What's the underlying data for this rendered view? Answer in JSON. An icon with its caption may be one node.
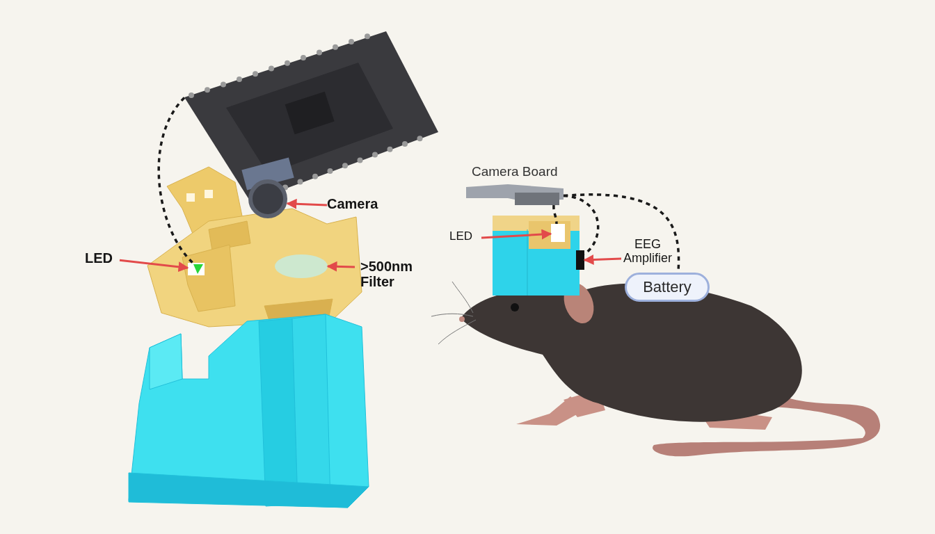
{
  "diagram": {
    "nodes": [
      {
        "text": [],
        "shape": "picture"
      },
      {
        "text": [],
        "shape": "circle"
      },
      {
        "text": [
          "Camera"
        ]
      },
      {
        "text": [],
        "shape": "box"
      },
      {
        "text": [
          "LED"
        ]
      },
      {
        "text": [],
        "shape": "ellipse"
      },
      {
        "text": [
          ">500nm Filter"
        ]
      },
      {
        "text": [],
        "shape": "bar"
      },
      {
        "text": [],
        "shape": "box"
      },
      {
        "text": [
          "LED"
        ]
      },
      {
        "text": [],
        "shape": "box"
      },
      {
        "text": [
          "EEG Amplifier"
        ]
      },
      {
        "text": [
          "Battery"
        ]
      }
    ],
    "edges": [
      {
        "from": 0,
        "to": 3,
        "arrow": "none",
        "style": "dashed",
        "color": "#1a1a1a"
      },
      {
        "from": 2,
        "to": 1,
        "arrow": "to"
      },
      {
        "from": 4,
        "to": 3,
        "arrow": "to"
      },
      {
        "from": 6,
        "to": 5,
        "arrow": "to"
      },
      {
        "from": 9,
        "to": 8,
        "arrow": "to"
      },
      {
        "from": 11,
        "to": 10,
        "arrow": "to"
      },
      {
        "from": 7,
        "to": 8,
        "arrow": "none",
        "style": "dashed",
        "color": "#1a1a1a"
      },
      {
        "from": 7,
        "to": 10,
        "arrow": "none",
        "style": "dashed",
        "color": "#1a1a1a"
      },
      {
        "from": 7,
        "to": 12,
        "arrow": "none",
        "style": "dashed",
        "color": "#1a1a1a"
      }
    ],
    "labels": [
      "Camera Board"
    ]
  }
}
